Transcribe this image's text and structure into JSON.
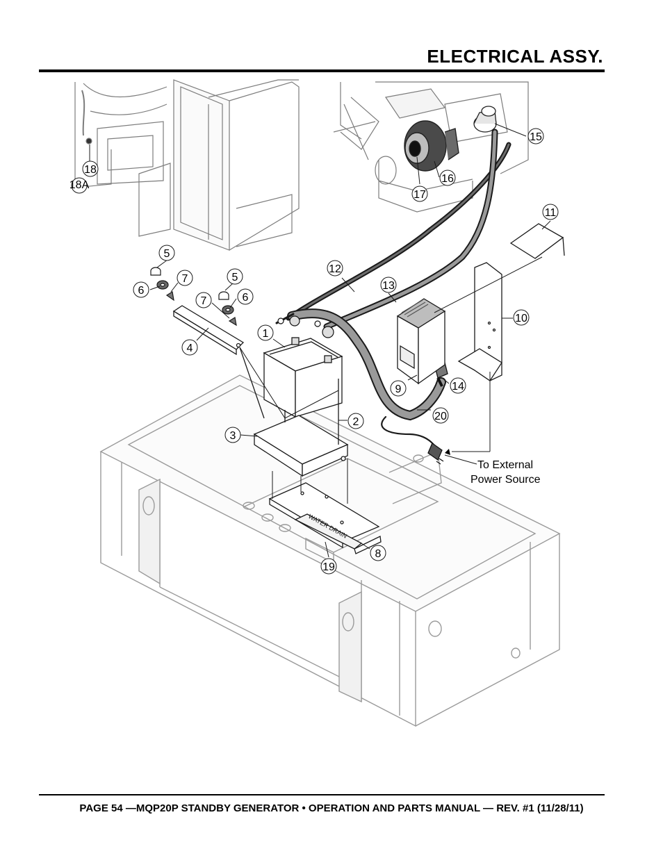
{
  "header": {
    "title": "ELECTRICAL ASSY."
  },
  "footer": {
    "text": "PAGE 54 —MQP20P STANDBY GENERATOR • OPERATION AND PARTS MANUAL — REV. #1 (11/28/11)"
  },
  "diagram": {
    "callouts": [
      "1",
      "2",
      "3",
      "4",
      "5",
      "5",
      "6",
      "6",
      "7",
      "7",
      "8",
      "9",
      "10",
      "11",
      "12",
      "13",
      "14",
      "15",
      "16",
      "17",
      "18",
      "18A",
      "19",
      "20"
    ],
    "annotation_line1": "To External",
    "annotation_line2": "Power Source",
    "decal_text": "WATER DRAIN"
  }
}
